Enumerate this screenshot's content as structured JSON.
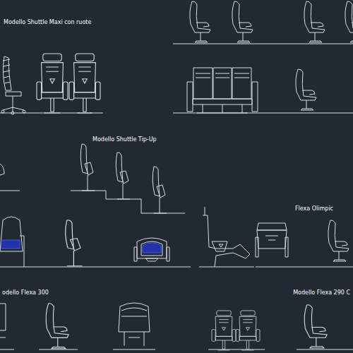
{
  "diagram": {
    "labels": [
      "Modello Shuttle Maxi con ruote",
      "Modello Shuttle Tip-Up",
      "Flexa Olimpic",
      "odello Flexa 300",
      "Modello Flexa 290 C"
    ]
  }
}
